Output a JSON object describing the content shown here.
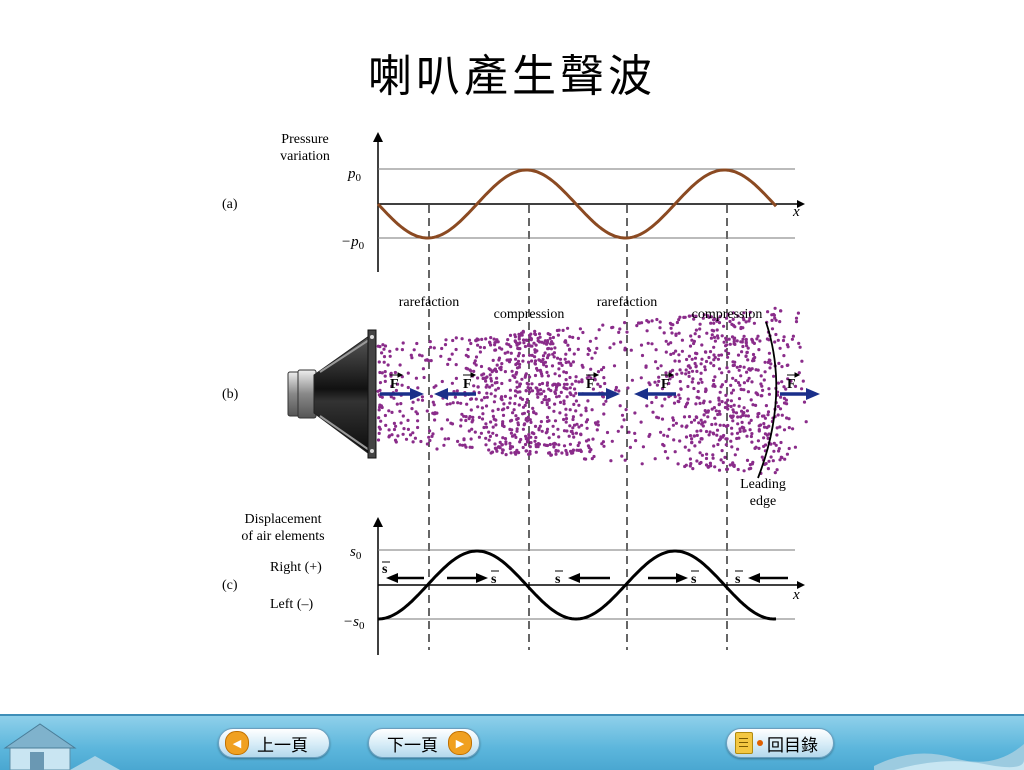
{
  "title": "喇叭產生聲波",
  "diagram": {
    "panel_a_label": "(a)",
    "panel_b_label": "(b)",
    "panel_c_label": "(c)",
    "a_ylabel_1": "Pressure",
    "a_ylabel_2": "variation",
    "a_top_tick": "p",
    "a_top_tick_sub": "0",
    "a_bottom_tick": "−p",
    "a_bottom_tick_sub": "0",
    "x_axis": "x",
    "rarefaction_1": "rarefaction",
    "compression_1": "compression",
    "rarefaction_2": "rarefaction",
    "compression_2": "compression",
    "force_symbol": "F",
    "leading_edge_1": "Leading",
    "leading_edge_2": "edge",
    "c_ylabel_1": "Displacement",
    "c_ylabel_2": "of air elements",
    "c_top_tick": "s",
    "c_top_tick_sub": "0",
    "c_bottom_tick": "−s",
    "c_bottom_tick_sub": "0",
    "right_label": "Right (+)",
    "left_label": "Left (–)",
    "disp_symbol": "s",
    "colors": {
      "pressure_wave": "#8b4a22",
      "particles": "#8a2c8a",
      "force_arrow": "#1a2f8a"
    }
  },
  "footer": {
    "prev_label": "上一頁",
    "next_label": "下一頁",
    "toc_label": "回目錄"
  }
}
